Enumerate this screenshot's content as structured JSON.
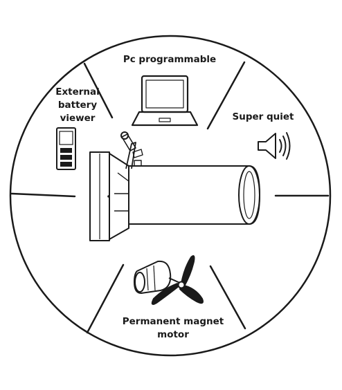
{
  "labels": {
    "pc_programmable": "Pc programmable",
    "external_battery_viewer": "External\nbattery\nviewer",
    "super_quiet": "Super quiet",
    "permanent_magnet_motor": "Permanent magnet\nmotor"
  },
  "icons": {
    "top": "laptop-icon",
    "left": "battery-viewer-icon",
    "right": "speaker-icon",
    "bottom": "motor-propeller-icon",
    "center": "underwater-scooter-icon"
  },
  "colors": {
    "line": "#1a1a1a",
    "background": "#ffffff"
  }
}
